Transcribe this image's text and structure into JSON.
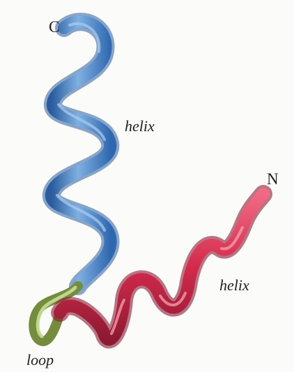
{
  "labels": {
    "c_terminus": "C",
    "n_terminus": "N",
    "upper_helix": "helix",
    "lower_helix": "helix",
    "loop": "loop"
  },
  "colors": {
    "page_background": "#fbfbf9",
    "helix_upper": "#3f80cc",
    "helix_upper_dark": "#2a5c9e",
    "helix_upper_light": "#7fb0e2",
    "helix_lower": "#d42a4c",
    "helix_lower_dark": "#8c1a32",
    "helix_lower_light": "#f06a85",
    "loop": "#a9c66a",
    "loop_dark": "#758c3e",
    "label_text": "#1f1f1f"
  }
}
